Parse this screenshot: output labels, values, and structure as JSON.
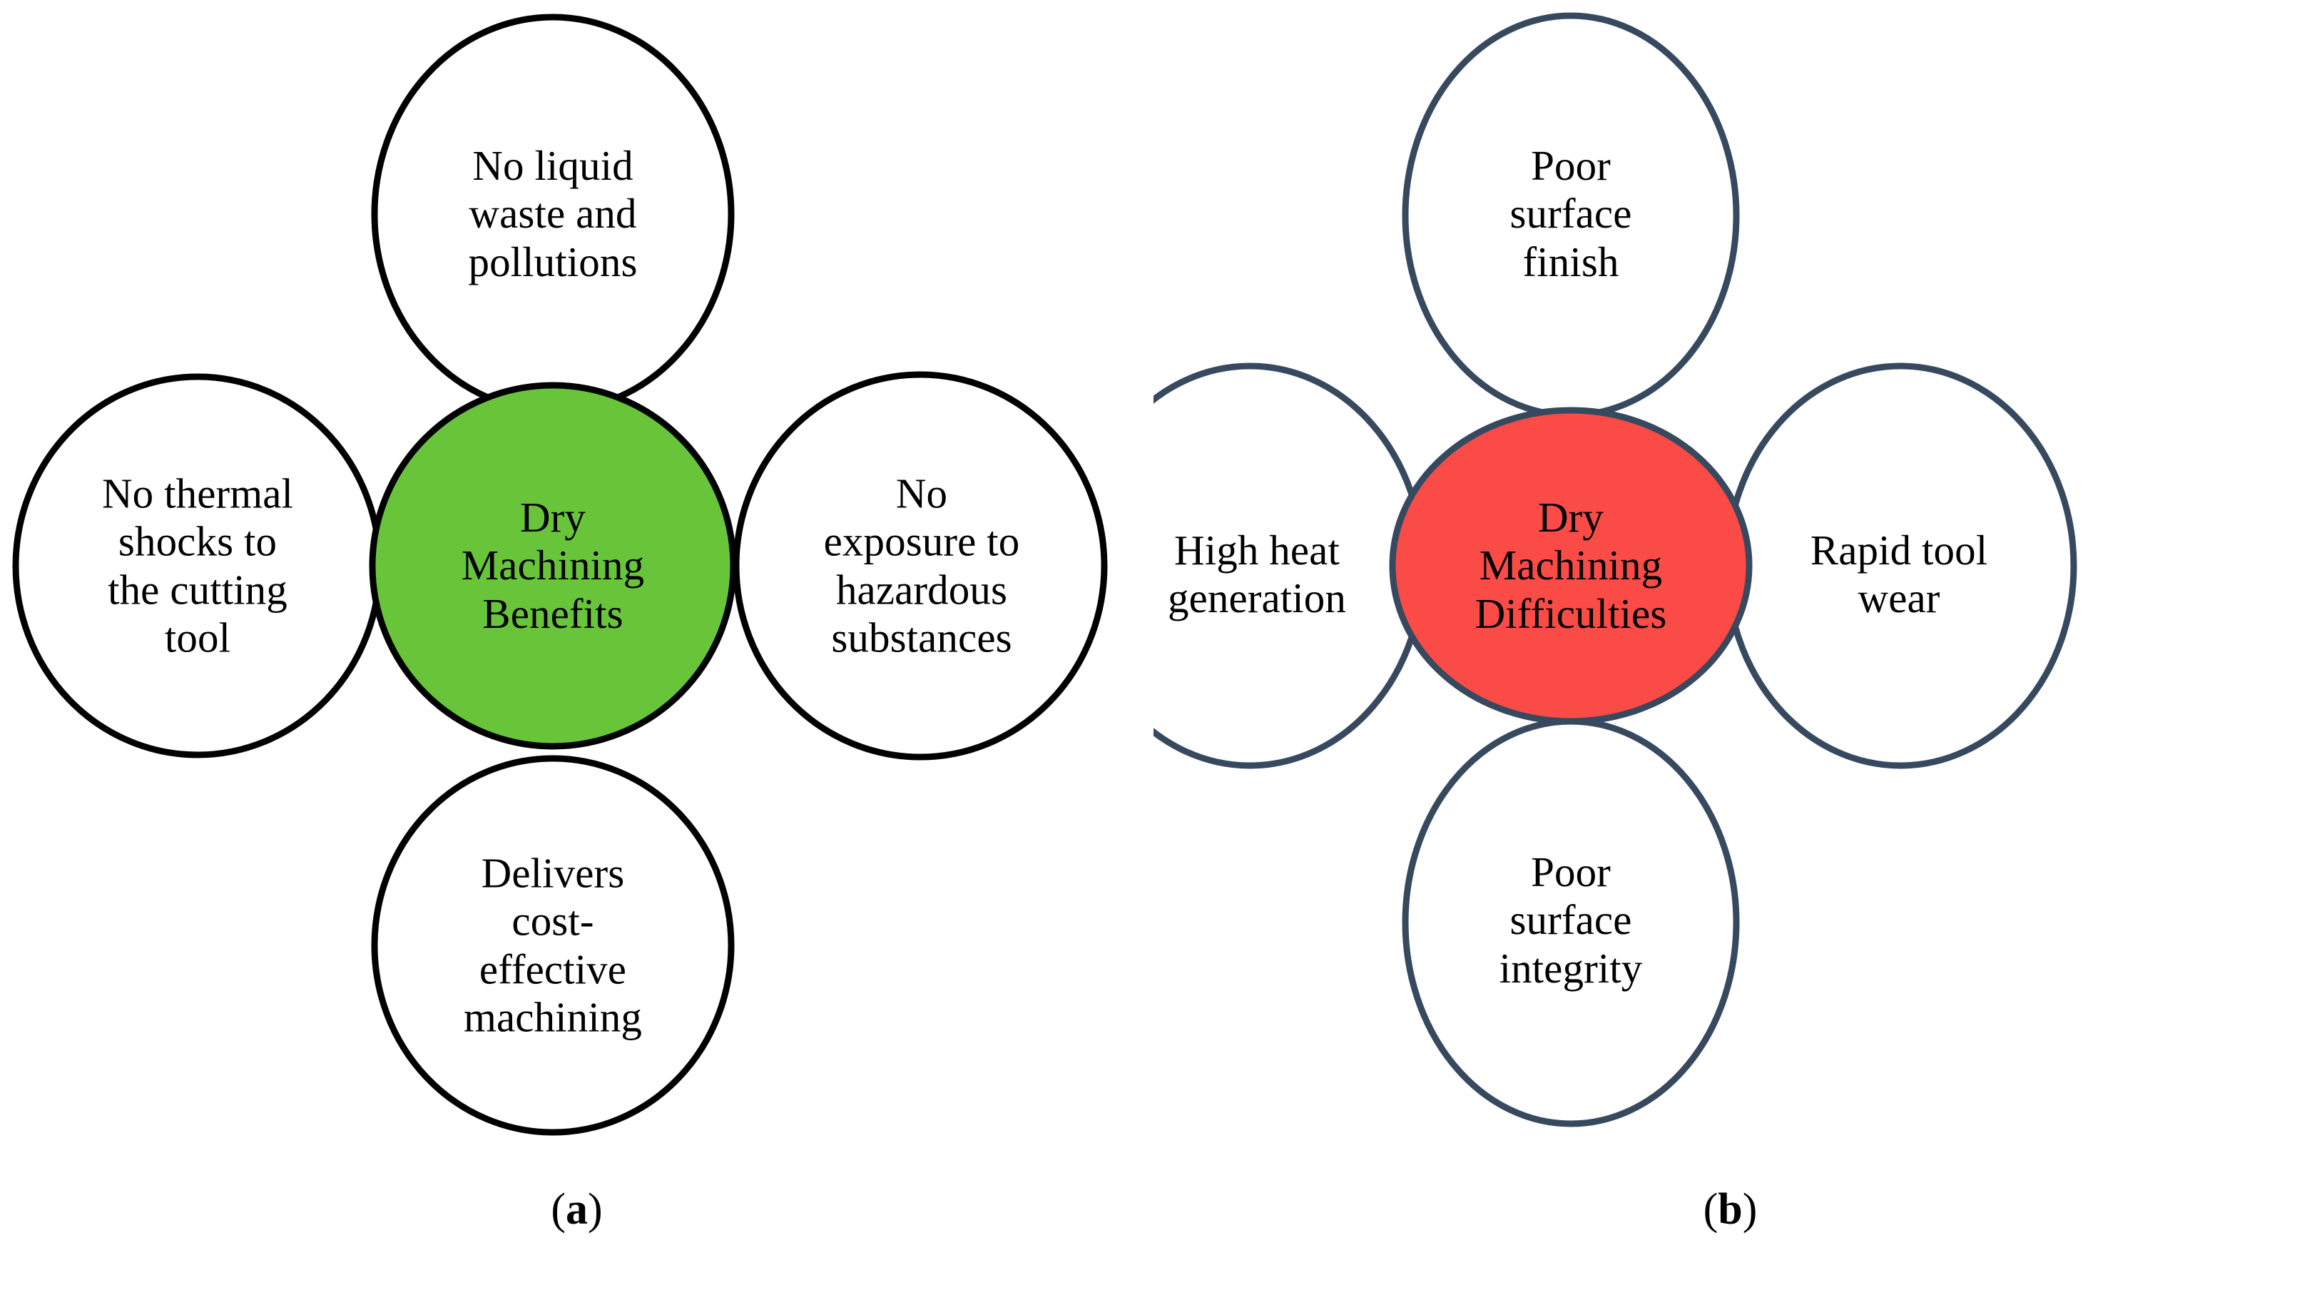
{
  "figure": {
    "background_color": "#ffffff",
    "panels": [
      {
        "id": "a",
        "caption_open": "(",
        "caption_letter": "a",
        "caption_close": ")",
        "stroke_color": "#000000",
        "center_fill": "#68c53a",
        "stroke_width": 9,
        "center": {
          "label": "Dry\nMachining\nBenefits",
          "name": "dry-machining-benefits-center"
        },
        "satellites": [
          {
            "label": "No liquid\nwaste and\npollutions",
            "position": "top",
            "name": "benefit-no-liquid-waste"
          },
          {
            "label": "No thermal\nshocks to\nthe cutting\ntool",
            "position": "left",
            "name": "benefit-no-thermal-shocks"
          },
          {
            "label": "No\nexposure to\nhazardous\nsubstances",
            "position": "right",
            "name": "benefit-no-exposure-hazardous"
          },
          {
            "label": "Delivers\ncost-\neffective\nmachining",
            "position": "bottom",
            "name": "benefit-cost-effective"
          }
        ]
      },
      {
        "id": "b",
        "caption_open": "(",
        "caption_letter": "b",
        "caption_close": ")",
        "stroke_color": "#37495f",
        "center_fill": "#fa4b47",
        "stroke_width": 9,
        "center": {
          "label": "Dry\nMachining\nDifficulties",
          "name": "dry-machining-difficulties-center"
        },
        "satellites": [
          {
            "label": "Poor\nsurface\nfinish",
            "position": "top",
            "name": "difficulty-poor-surface-finish"
          },
          {
            "label": "High heat\ngeneration",
            "position": "left",
            "name": "difficulty-high-heat-generation"
          },
          {
            "label": "Rapid tool\nwear",
            "position": "right",
            "name": "difficulty-rapid-tool-wear"
          },
          {
            "label": "Poor\nsurface\nintegrity",
            "position": "bottom",
            "name": "difficulty-poor-surface-integrity"
          }
        ]
      }
    ]
  }
}
